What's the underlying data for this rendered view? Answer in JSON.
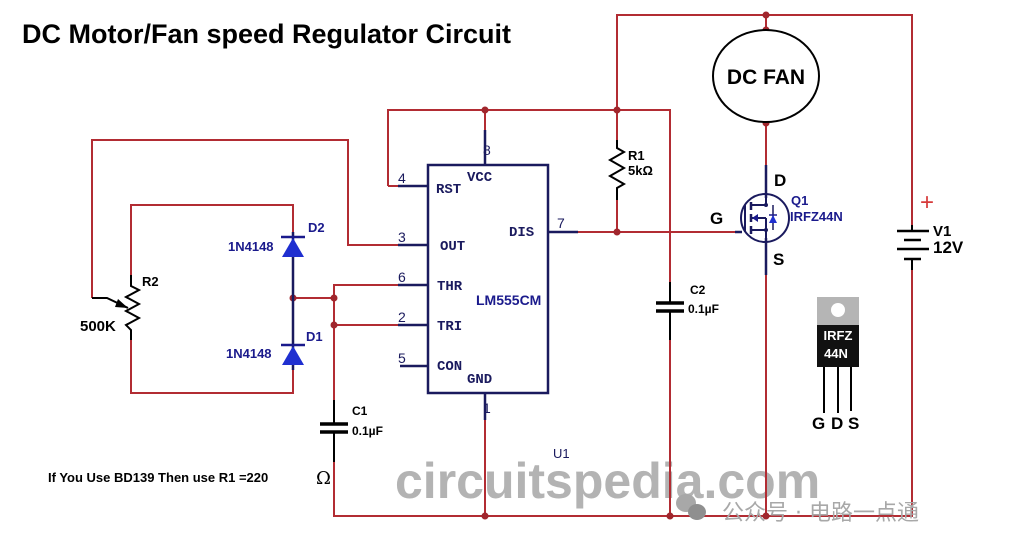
{
  "title": "DC Motor/Fan speed Regulator Circuit",
  "ic": {
    "ref": "U1",
    "part": "LM555CM",
    "pins": [
      {
        "num": "4",
        "name": "RST"
      },
      {
        "num": "3",
        "name": "OUT"
      },
      {
        "num": "6",
        "name": "THR"
      },
      {
        "num": "2",
        "name": "TRI"
      },
      {
        "num": "5",
        "name": "CON"
      },
      {
        "num": "8",
        "name": "VCC"
      },
      {
        "num": "7",
        "name": "DIS"
      },
      {
        "num": "1",
        "name": "GND"
      }
    ]
  },
  "components": {
    "r1": {
      "ref": "R1",
      "value": "5kΩ"
    },
    "r2": {
      "ref": "R2",
      "value": "500K"
    },
    "c1": {
      "ref": "C1",
      "value": "0.1µF"
    },
    "c2": {
      "ref": "C2",
      "value": "0.1µF"
    },
    "d1": {
      "ref": "D1",
      "value": "1N4148"
    },
    "d2": {
      "ref": "D2",
      "value": "1N4148"
    },
    "q1": {
      "ref": "Q1",
      "value": "IRFZ44N",
      "gate": "G",
      "drain": "D",
      "source": "S"
    },
    "v1": {
      "ref": "V1",
      "value": "12V",
      "polarity": "+"
    },
    "fan": {
      "label": "DC FAN"
    }
  },
  "package": {
    "line1": "IRFZ",
    "line2": "44N",
    "pins": [
      "G",
      "D",
      "S"
    ]
  },
  "note": "If You Use BD139 Then use R1 =220",
  "note_unit": "Ω",
  "watermark": {
    "site": "circuitspedia.com",
    "wechat": "公众号 · 电路一点通"
  },
  "colors": {
    "wire": "#b22c33",
    "component": "#1a1a8c",
    "junction": "#a0262d"
  }
}
